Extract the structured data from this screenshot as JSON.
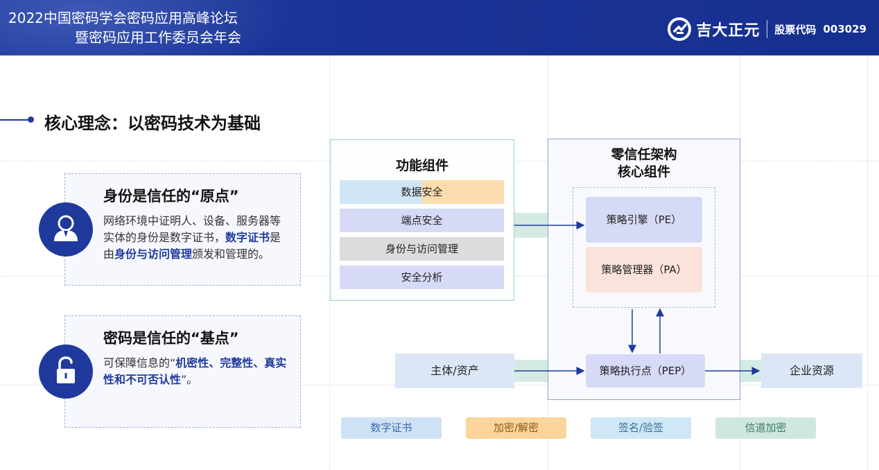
{
  "header": {
    "title_line1": "2022中国密码学会密码应用高峰论坛",
    "title_line2": "暨密码应用工作委员会年会",
    "brand_name": "吉大正元",
    "stock_label": "股票代码",
    "stock_code": "003029"
  },
  "section": {
    "title": "核心理念：以密码技术为基础"
  },
  "cards": [
    {
      "title": "身份是信任的“原点”",
      "body_prefix": "网络环境中证明人、设备、服务器等实体的身份是数字证书，",
      "body_hl1": "数字证书",
      "body_mid": "是由",
      "body_hl2": "身份与访问管理",
      "body_suffix": "颁发和管理的。"
    },
    {
      "title": "密码是信任的“基点”",
      "body_prefix": "可保障信息的“",
      "body_hl": "机密性、完整性、真实性和不可否认性",
      "body_suffix": "”。"
    }
  ],
  "functional": {
    "title": "功能组件",
    "items": [
      "数据安全",
      "端点安全",
      "身份与访问管理",
      "安全分析"
    ]
  },
  "zero_trust": {
    "title_line1": "零信任架构",
    "title_line2": "核心组件",
    "pe": "策略引擎（PE）",
    "pa": "策略管理器（PA）",
    "pep": "策略执行点（PEP）"
  },
  "flow": {
    "subject": "主体/资产",
    "resource": "企业资源"
  },
  "legend": [
    "数字证书",
    "加密/解密",
    "签名/验签",
    "信道加密"
  ],
  "colors": {
    "brand_blue": "#1f3a9c",
    "green_band": "#d3ebe3",
    "arrow": "#1f3a9c"
  }
}
